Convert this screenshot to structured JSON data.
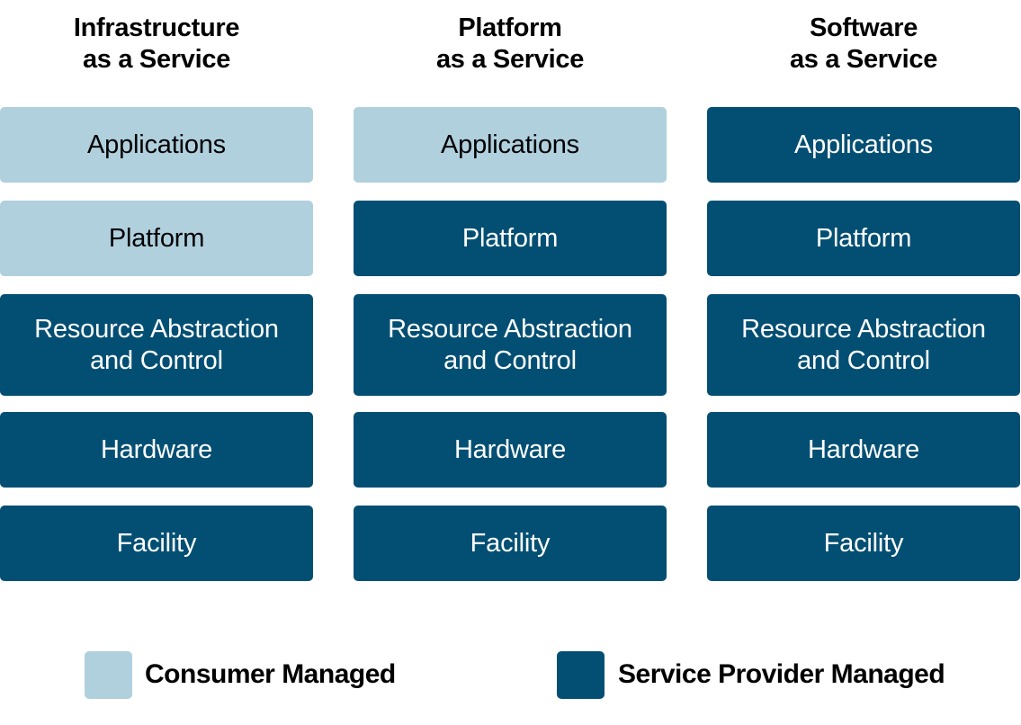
{
  "columns": [
    {
      "title_line1": "Infrastructure",
      "title_line2": "as a Service",
      "layers": [
        {
          "label": "Applications",
          "managed_by": "consumer"
        },
        {
          "label": "Platform",
          "managed_by": "consumer"
        },
        {
          "label_line1": "Resource Abstraction",
          "label_line2": "and Control",
          "managed_by": "provider"
        },
        {
          "label": "Hardware",
          "managed_by": "provider"
        },
        {
          "label": "Facility",
          "managed_by": "provider"
        }
      ]
    },
    {
      "title_line1": "Platform",
      "title_line2": "as a Service",
      "layers": [
        {
          "label": "Applications",
          "managed_by": "consumer"
        },
        {
          "label": "Platform",
          "managed_by": "provider"
        },
        {
          "label_line1": "Resource Abstraction",
          "label_line2": "and Control",
          "managed_by": "provider"
        },
        {
          "label": "Hardware",
          "managed_by": "provider"
        },
        {
          "label": "Facility",
          "managed_by": "provider"
        }
      ]
    },
    {
      "title_line1": "Software",
      "title_line2": "as a Service",
      "layers": [
        {
          "label": "Applications",
          "managed_by": "provider"
        },
        {
          "label": "Platform",
          "managed_by": "provider"
        },
        {
          "label_line1": "Resource Abstraction",
          "label_line2": "and Control",
          "managed_by": "provider"
        },
        {
          "label": "Hardware",
          "managed_by": "provider"
        },
        {
          "label": "Facility",
          "managed_by": "provider"
        }
      ]
    }
  ],
  "legend": {
    "consumer": {
      "label": "Consumer Managed",
      "color": "#b0d0de"
    },
    "provider": {
      "label": "Service Provider Managed",
      "color": "#034f73"
    }
  }
}
